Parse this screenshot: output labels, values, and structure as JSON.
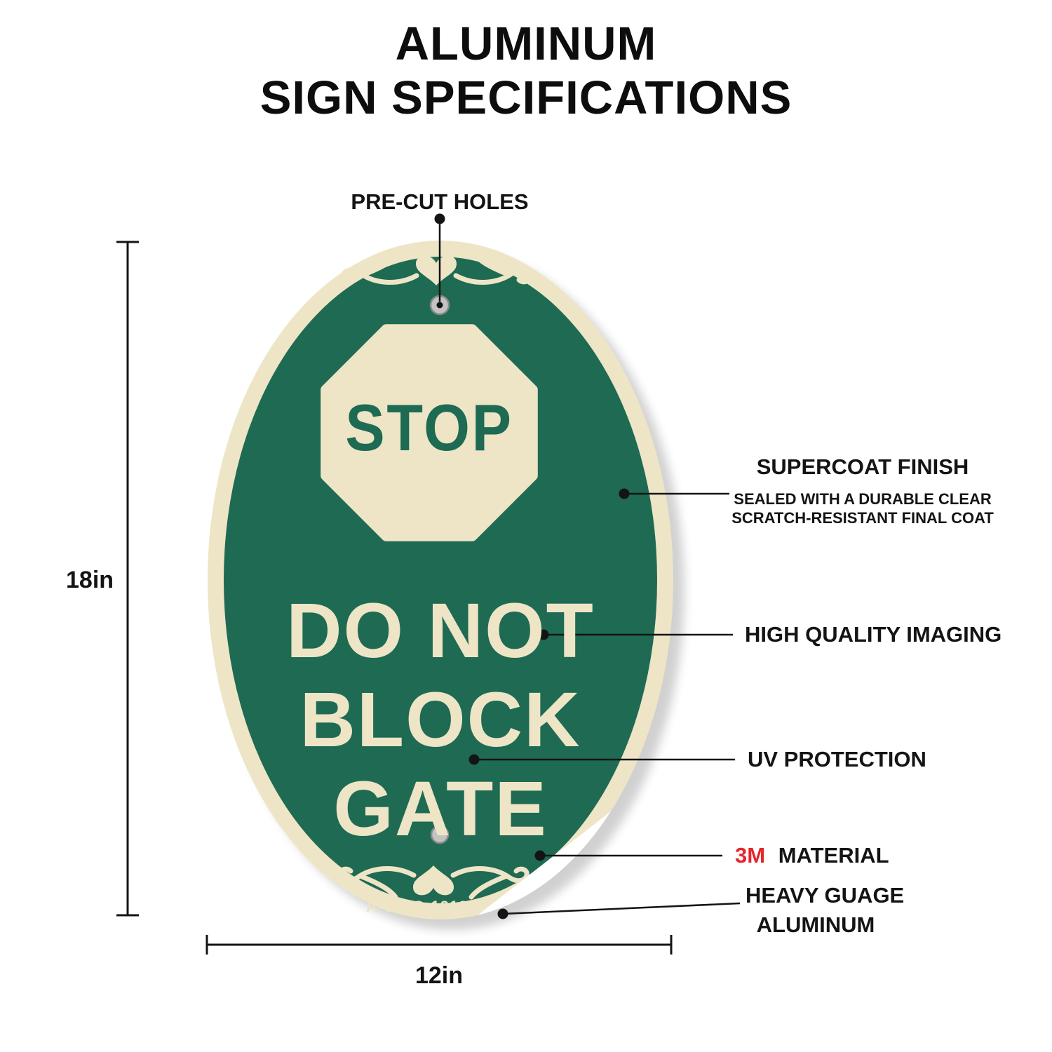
{
  "title": {
    "line1": "ALUMINUM",
    "line2": "SIGN SPECIFICATIONS"
  },
  "sign": {
    "stop_label": "STOP",
    "message_lines": [
      "DO NOT",
      "BLOCK",
      "GATE"
    ],
    "model_number": "A-OV-G-1218-22",
    "colors": {
      "sign_green": "#1E6A53",
      "sign_cream": "#EDE5C6",
      "brand_red": "#E8232A"
    }
  },
  "dimensions": {
    "height_label": "18in",
    "width_label": "12in"
  },
  "callouts": {
    "precut_holes": "PRE-CUT HOLES",
    "supercoat_title": "SUPERCOAT FINISH",
    "supercoat_sub1": "SEALED WITH A DURABLE CLEAR",
    "supercoat_sub2": "SCRATCH-RESISTANT FINAL COAT",
    "imaging": "HIGH QUALITY IMAGING",
    "uv": "UV PROTECTION",
    "material_brand": "3M",
    "material_rest": "MATERIAL",
    "gauge_line1": "HEAVY GUAGE",
    "gauge_line2": "ALUMINUM"
  }
}
